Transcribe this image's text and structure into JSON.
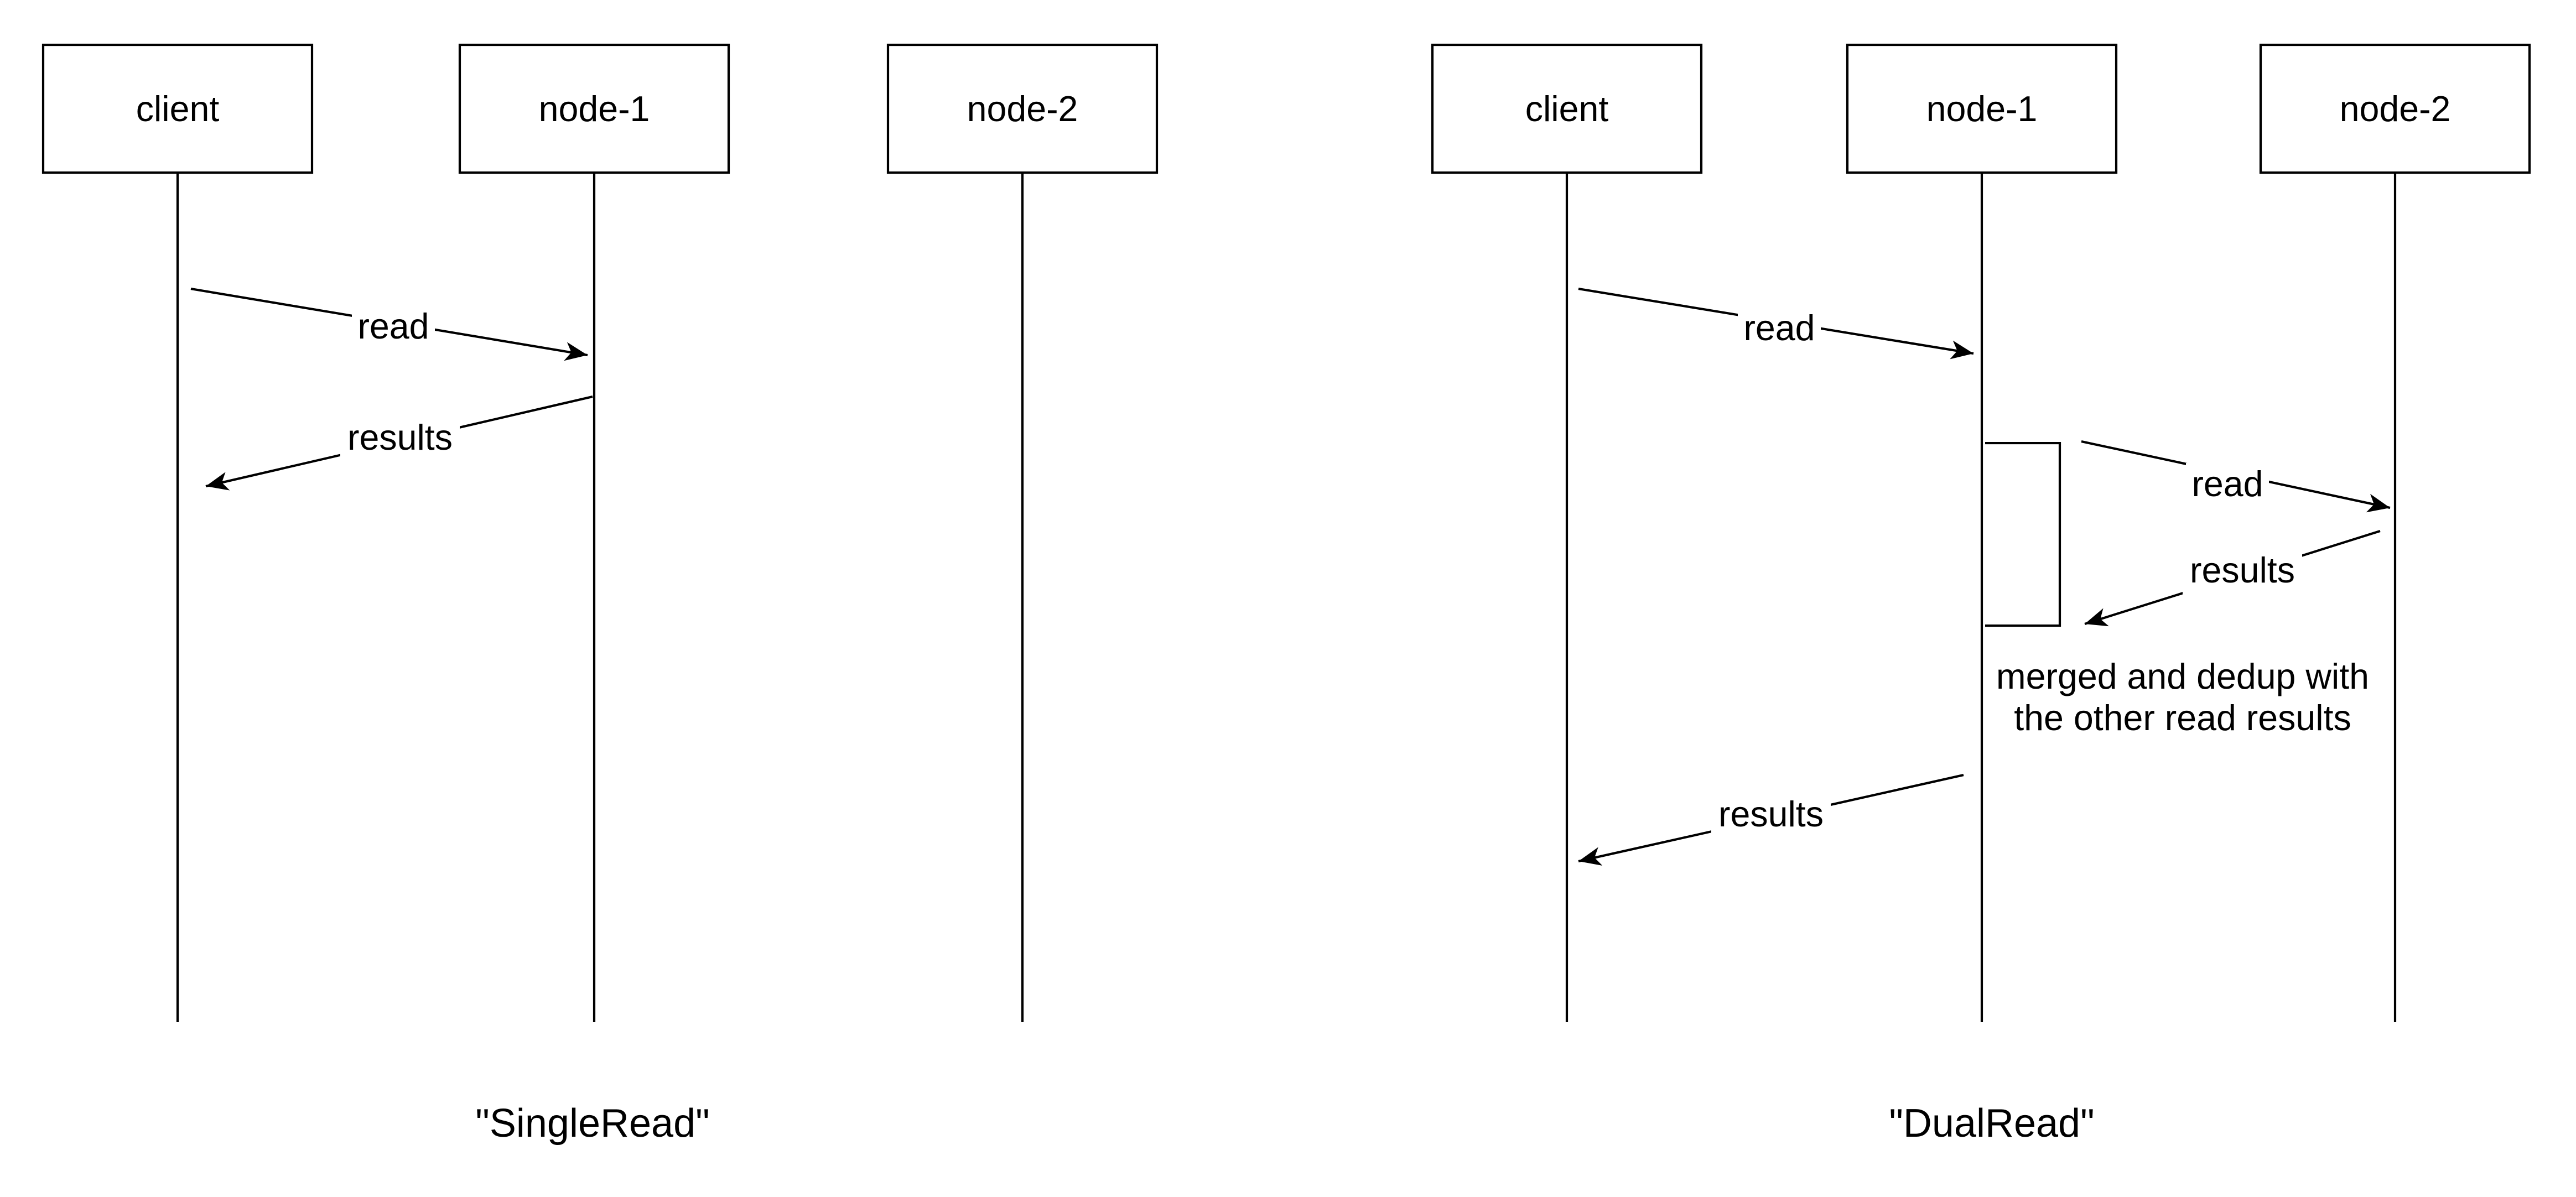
{
  "canvas": {
    "background_color": "#ffffff",
    "line_color": "#000000"
  },
  "diagrams": [
    {
      "caption": "\"SingleRead\"",
      "actors": [
        {
          "label": "client"
        },
        {
          "label": "node-1"
        },
        {
          "label": "node-2"
        }
      ],
      "messages": [
        {
          "label": "read",
          "from": "client",
          "to": "node-1"
        },
        {
          "label": "results",
          "from": "node-1",
          "to": "client"
        }
      ]
    },
    {
      "caption": "\"DualRead\"",
      "actors": [
        {
          "label": "client"
        },
        {
          "label": "node-1"
        },
        {
          "label": "node-2"
        }
      ],
      "messages": [
        {
          "label": "read",
          "from": "client",
          "to": "node-1"
        },
        {
          "label": "read",
          "from": "node-1",
          "to": "node-2"
        },
        {
          "label": "results",
          "from": "node-2",
          "to": "node-1"
        },
        {
          "label": "results",
          "from": "node-1",
          "to": "client"
        }
      ],
      "note": {
        "line1": "merged and dedup with",
        "line2": "the other read results"
      }
    }
  ]
}
